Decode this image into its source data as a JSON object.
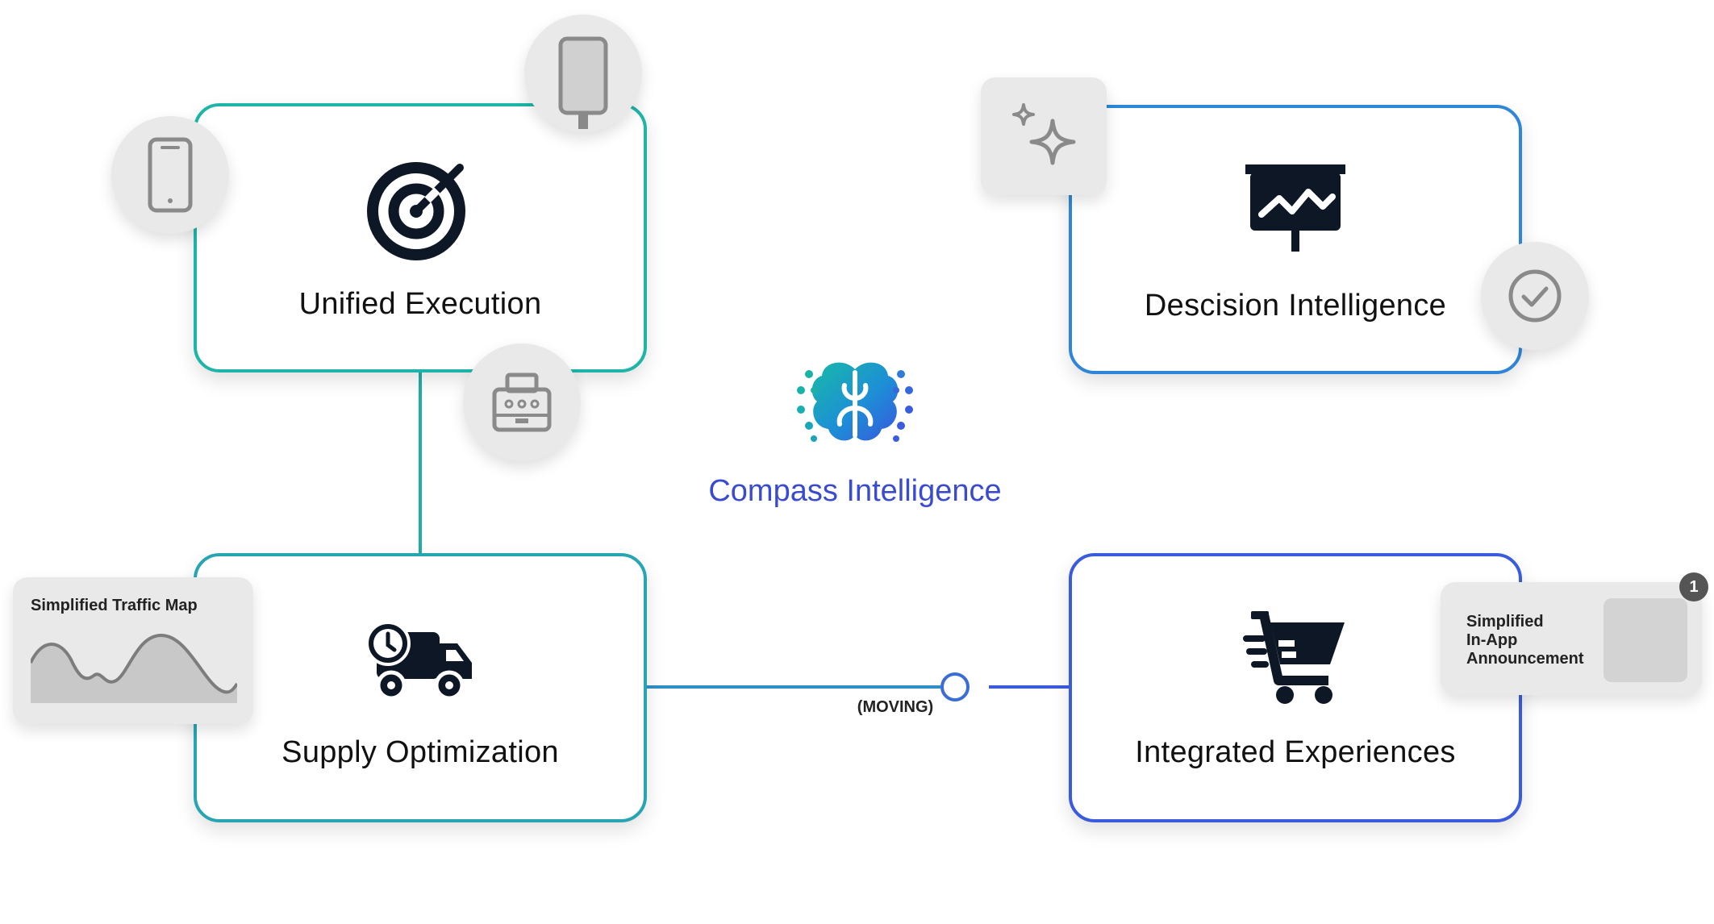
{
  "center": {
    "title": "Compass Intelligence",
    "logo_icon": "brain-icon"
  },
  "cards": {
    "unified_execution": {
      "label": "Unified Execution",
      "icon": "target-icon"
    },
    "decision_intelligence": {
      "label": "Descision Intelligence",
      "icon": "presentation-chart-icon"
    },
    "supply_optimization": {
      "label": "Supply Optimization",
      "icon": "delivery-truck-icon"
    },
    "integrated_experiences": {
      "label": "Integrated Experiences",
      "icon": "shopping-cart-icon"
    }
  },
  "floating": {
    "traffic_map": {
      "title": "Simplified Traffic Map",
      "icon": "line-wave-chart"
    },
    "announcement": {
      "text": "Simplified\nIn-App\nAnnouncement",
      "badge": "1"
    },
    "bubbles": [
      "phone-icon",
      "tall-phone-icon",
      "kiosk-icon",
      "sparkle-icon",
      "check-circle-icon"
    ]
  },
  "connector": {
    "moving_label": "(MOVING)"
  },
  "colors": {
    "teal": "#1eb5a8",
    "blue": "#2f86d8",
    "indigo": "#3b5bde",
    "title_blue": "#3a4bd0",
    "icon_dark": "#0d1726",
    "icon_gray": "#8a8a8a"
  }
}
